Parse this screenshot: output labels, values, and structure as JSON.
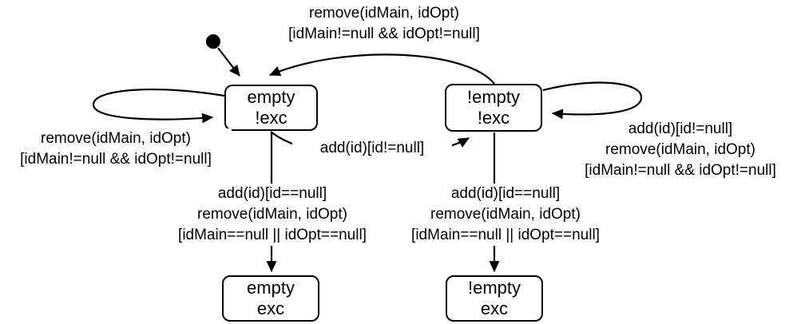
{
  "colors": {
    "background": "#ffffff",
    "line": "#000000",
    "text": "#000000"
  },
  "states": {
    "empty_notexc": [
      "empty",
      "!exc"
    ],
    "notempty_notexc": [
      "!empty",
      "!exc"
    ],
    "empty_exc": [
      "empty",
      "exc"
    ],
    "notempty_exc": [
      "!empty",
      "exc"
    ]
  },
  "transitions": {
    "initial": {
      "from": "initial",
      "to": "empty !exc",
      "label_lines": []
    },
    "top": {
      "from": "!empty !exc",
      "to": "empty !exc",
      "label_lines": [
        "remove(idMain, idOpt)",
        "[idMain!=null && idOpt!=null]"
      ]
    },
    "left_self": {
      "from": "empty !exc",
      "to": "empty !exc",
      "label_lines": [
        "remove(idMain, idOpt)",
        "[idMain!=null && idOpt!=null]"
      ]
    },
    "mid": {
      "from": "empty !exc",
      "to": "!empty !exc",
      "label_lines": [
        "add(id)[id!=null]"
      ]
    },
    "right_self": {
      "from": "!empty !exc",
      "to": "!empty !exc",
      "label_lines": [
        "add(id)[id!=null]",
        "remove(idMain, idOpt)",
        "[idMain!=null && idOpt!=null]"
      ]
    },
    "left_down": {
      "from": "empty !exc",
      "to": "empty exc",
      "label_lines": [
        "add(id)[id==null]",
        "remove(idMain, idOpt)",
        "[idMain==null || idOpt==null]"
      ]
    },
    "right_down": {
      "from": "!empty !exc",
      "to": "!empty exc",
      "label_lines": [
        "add(id)[id==null]",
        "remove(idMain, idOpt)",
        "[idMain==null || idOpt==null]"
      ]
    }
  }
}
